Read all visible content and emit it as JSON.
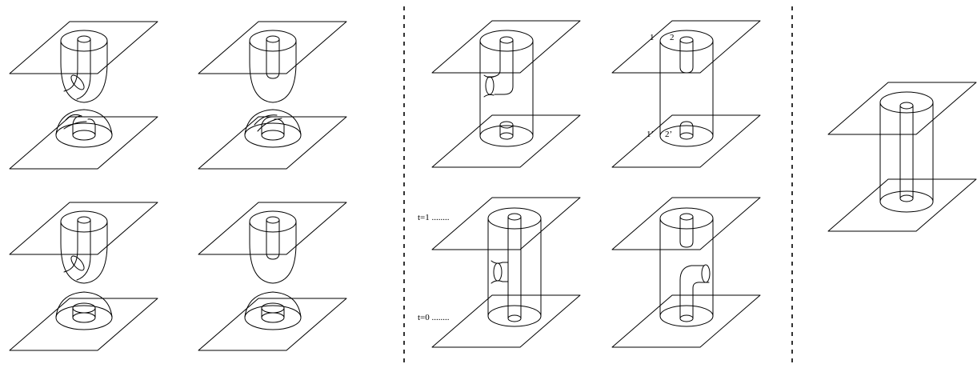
{
  "labels": {
    "top_endpoint_1": "1",
    "top_endpoint_2": "2",
    "bottom_endpoint_1": "1’",
    "bottom_endpoint_2": "2’",
    "t1": "t=1 ........",
    "t0": "t=0 ........"
  }
}
